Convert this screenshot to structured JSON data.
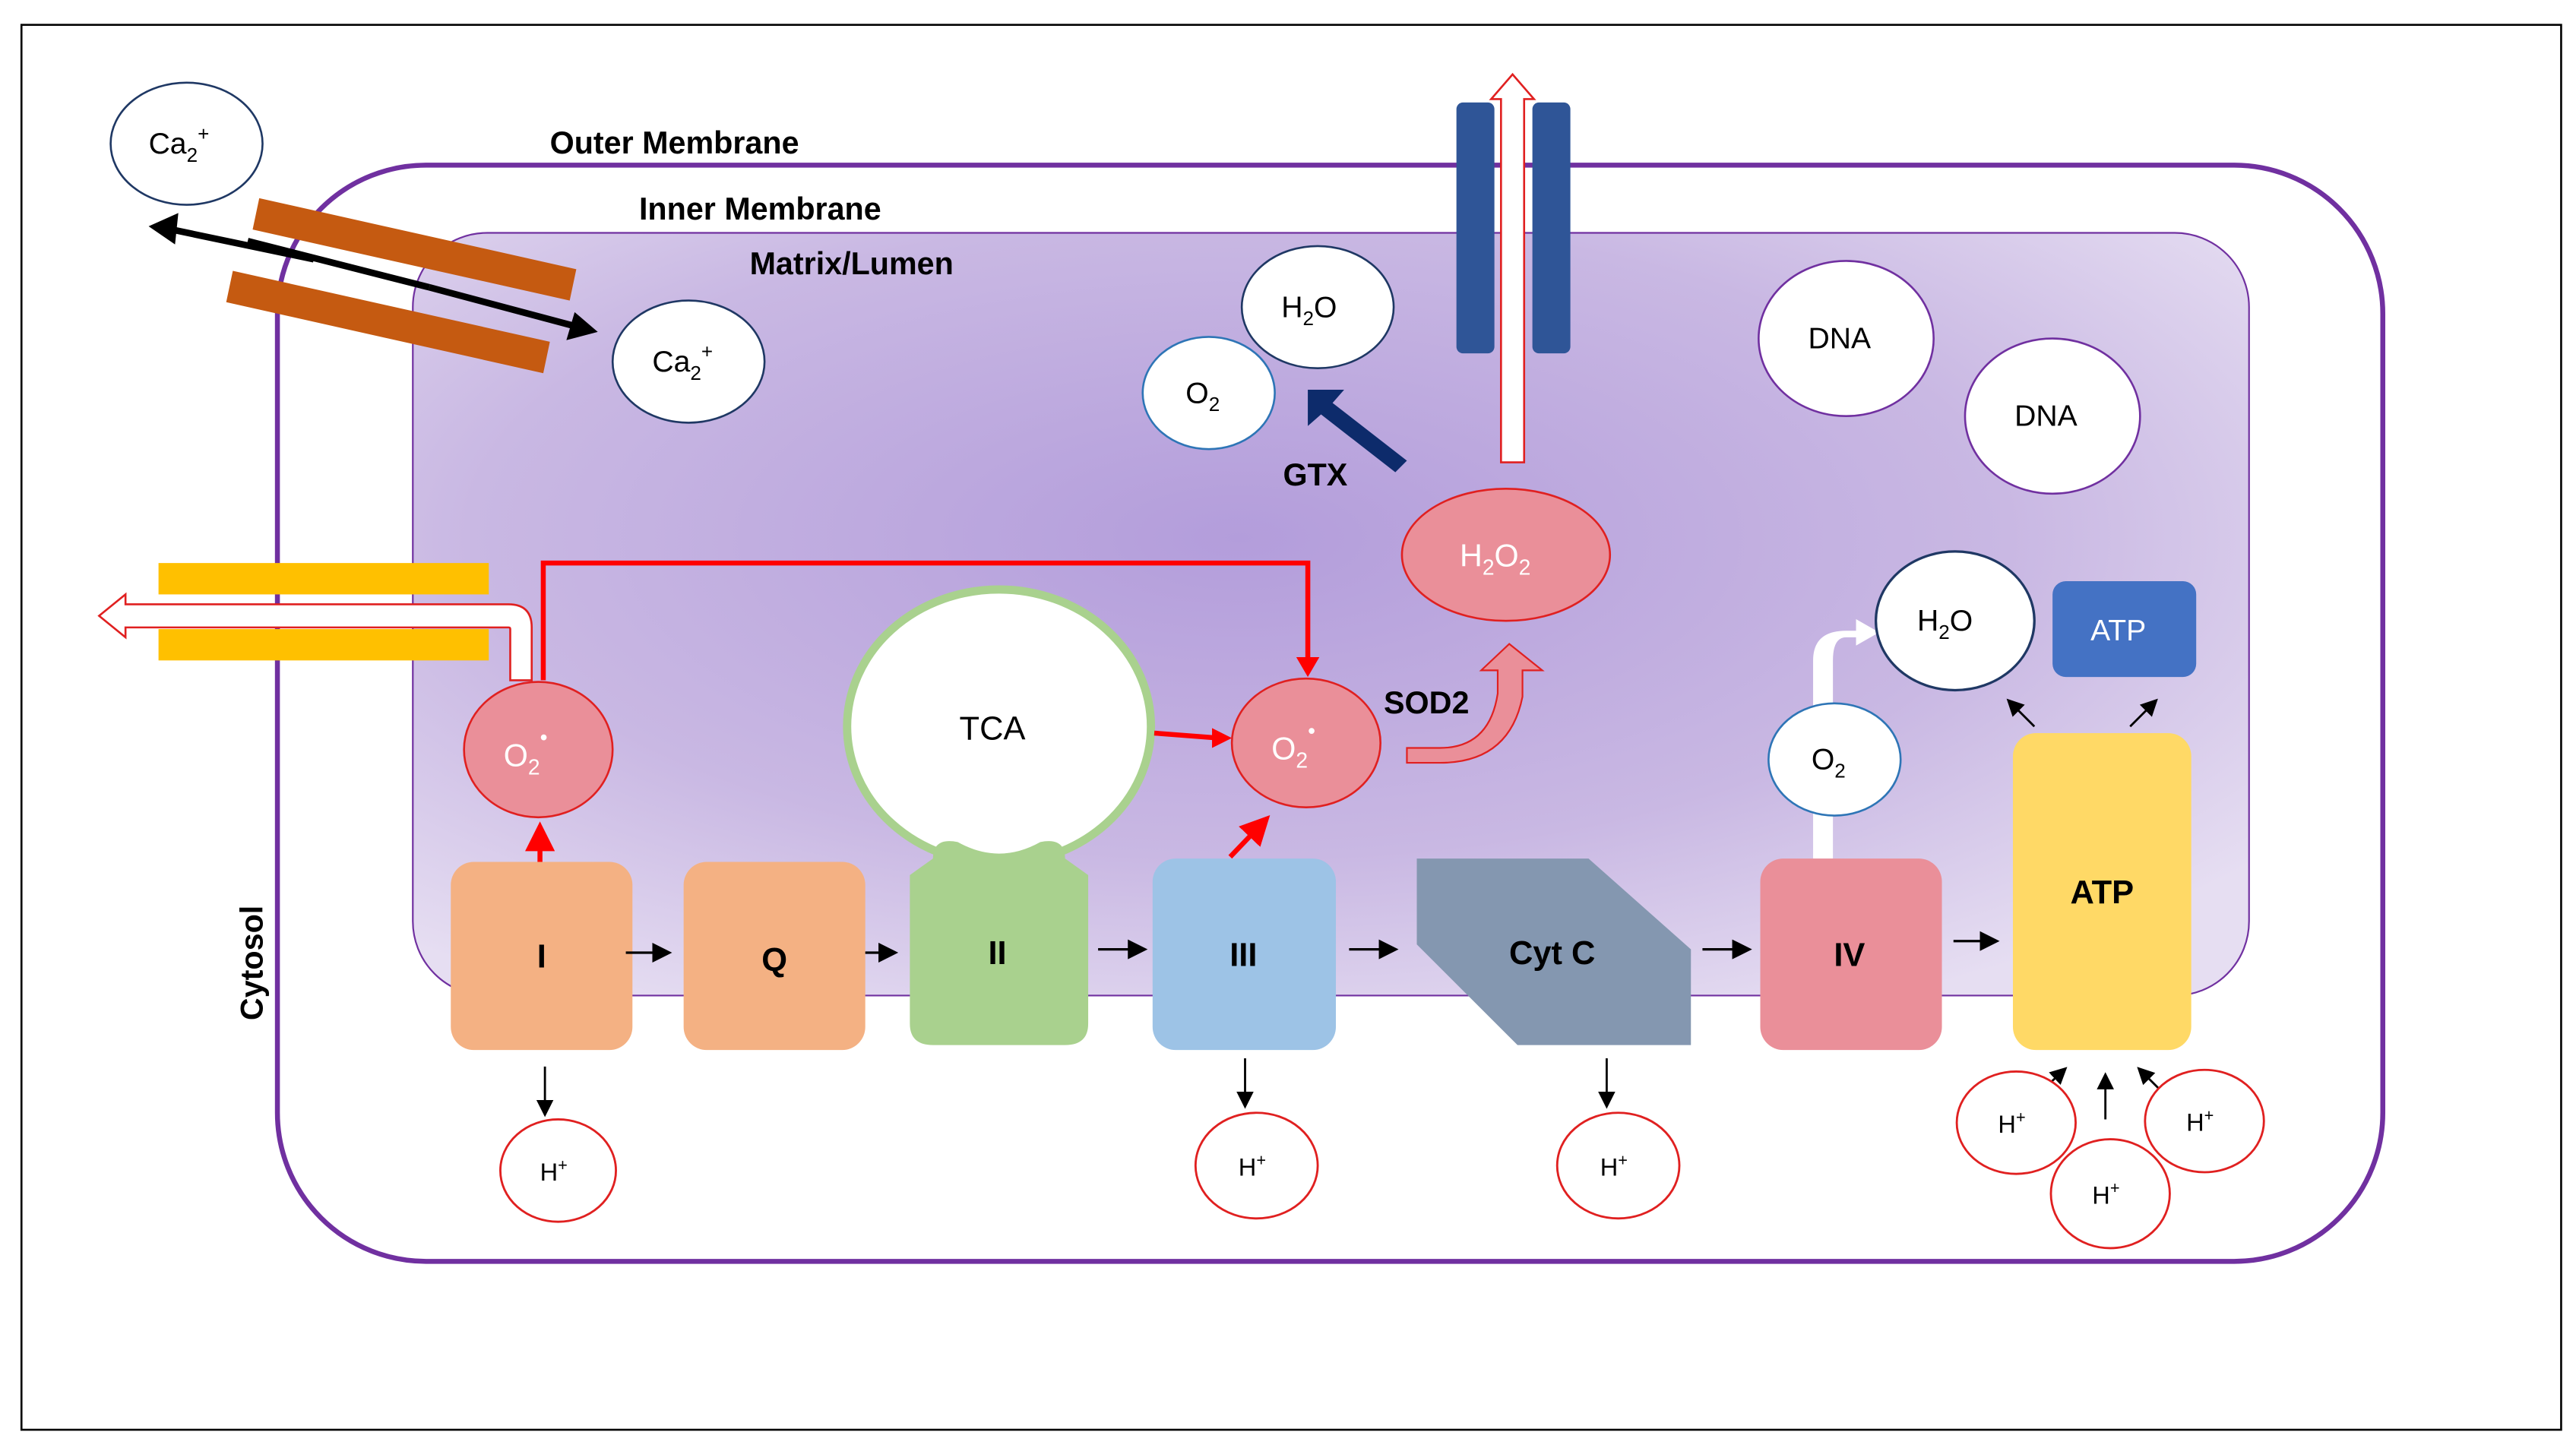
{
  "labels": {
    "outer_membrane": "Outer Membrane",
    "inner_membrane": "Inner Membrane",
    "matrix": "Matrix/Lumen",
    "cytosol": "Cytosol",
    "gtx": "GTX",
    "sod2": "SOD2",
    "tca": "TCA",
    "dna_1": "DNA",
    "dna_2": "DNA",
    "atp_box": "ATP"
  },
  "molecules": {
    "ca_out": {
      "base": "Ca",
      "sub": "2",
      "sup": "+"
    },
    "ca_in": {
      "base": "Ca",
      "sub": "2",
      "sup": "+"
    },
    "h2o_top": {
      "a": "H",
      "sub": "2",
      "b": "O"
    },
    "o2_top": {
      "base": "O",
      "sub": "2"
    },
    "h2o2": {
      "a": "H",
      "sub1": "2",
      "b": "O",
      "sub2": "2"
    },
    "o2_radical_left": {
      "base": "O",
      "sub": "2",
      "sup": "•"
    },
    "o2_radical_center": {
      "base": "O",
      "sub": "2",
      "sup": "•"
    },
    "o2_right": {
      "base": "O",
      "sub": "2"
    },
    "h2o_right": {
      "a": "H",
      "sub": "2",
      "b": "O"
    }
  },
  "complexes": [
    {
      "label": "I",
      "color": "#f4b183"
    },
    {
      "label": "Q",
      "color": "#f4b183"
    },
    {
      "label": "II",
      "color": "#a9d18e"
    },
    {
      "label": "III",
      "color": "#9dc3e6"
    },
    {
      "label": "Cyt C",
      "color": "#8497b0"
    },
    {
      "label": "IV",
      "color": "#ea8f99"
    },
    {
      "label": "ATP",
      "color": "#ffd966"
    }
  ],
  "protons": {
    "base": "H",
    "sup": "+"
  },
  "colors": {
    "membrane": "#7030a0",
    "matrix_center": "#b7a2d8",
    "ros_fill": "#ea8f99",
    "ros_stroke": "#e02020",
    "red_arrow": "#ff0000",
    "dark_blue": "#0d2b6b",
    "channel_blue": "#2f5597",
    "atp_blue": "#4472c4",
    "channel_orange": "#c55a11",
    "channel_yellow": "#ffc000",
    "tca_ring": "#a9d18e"
  }
}
